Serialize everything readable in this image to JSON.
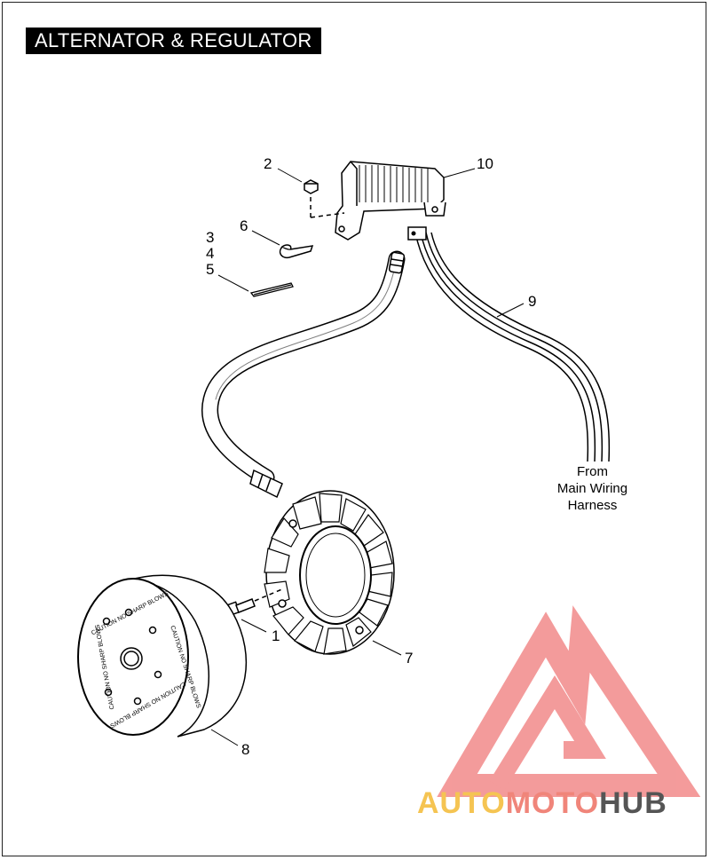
{
  "title": "ALTERNATOR & REGULATOR",
  "callouts": {
    "c1": "1",
    "c2": "2",
    "c3": "3",
    "c4": "4",
    "c5": "5",
    "c6": "6",
    "c7": "7",
    "c8": "8",
    "c9": "9",
    "c10": "10"
  },
  "note": {
    "line1": "From",
    "line2": "Main Wiring",
    "line3": "Harness"
  },
  "rotor_marking": "CAUTION NO SHARP BLOWS",
  "watermark": {
    "part1": "AUTO",
    "part2": "MOTO",
    "part3": "HUB",
    "color1": "#f5c452",
    "color2": "#f0857a",
    "color3": "#555555",
    "logo_color": "#f28a8a"
  }
}
